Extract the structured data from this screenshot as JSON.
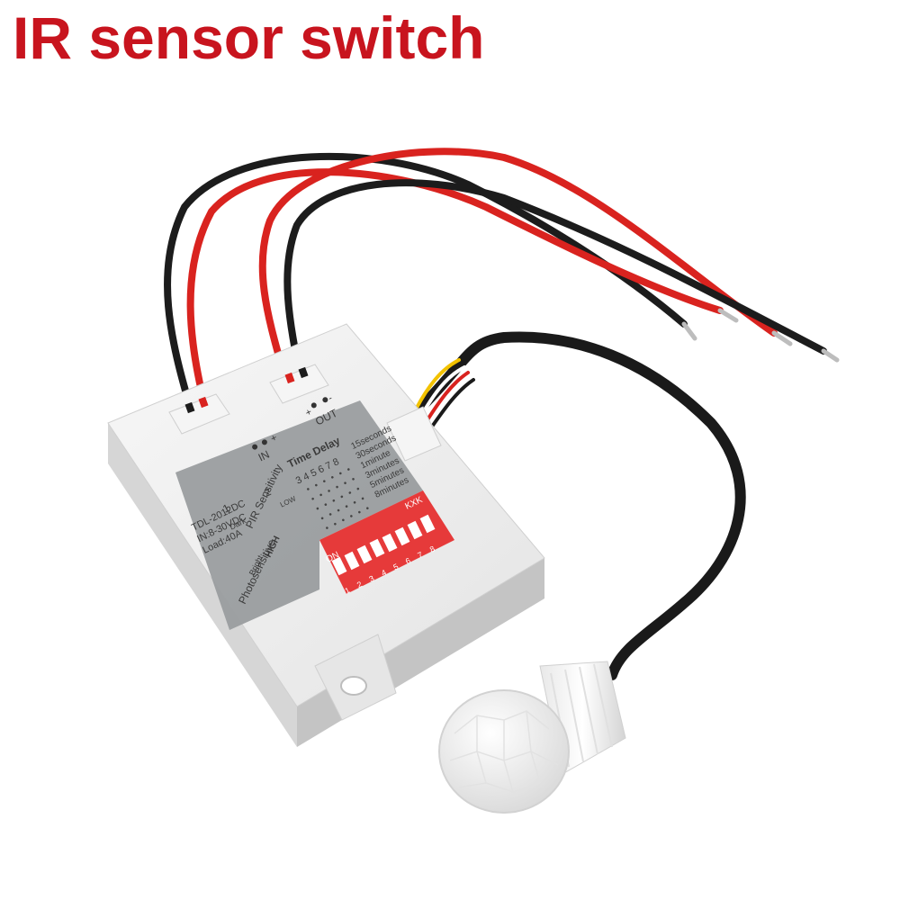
{
  "title": "IR sensor switch",
  "colors": {
    "title": "#c8141e",
    "housing": "#ececec",
    "label_panel": "#9a9d9f",
    "dip_switch": "#e63a3a",
    "wire_red": "#d9231f",
    "wire_black": "#1c1c1c",
    "sensor_lens": "#f3f3f3"
  },
  "label": {
    "model": "TDL-2012DC",
    "input": "IN:8-30VDC",
    "load": "Load:40A",
    "in_port": "IN",
    "out_port": "OUT",
    "plus": "+",
    "minus": "-",
    "time_delay": "Time Delay",
    "delay_switch_numbers": "3 4 5 6 7 8",
    "delay_options": [
      "15seconds",
      "30seconds",
      "1minute",
      "3minutes",
      "5minutes",
      "8minutes"
    ],
    "pir_switch_number": "2",
    "pir_sensitivity": "PIR Sensitivity",
    "low": "LOW",
    "high": "HIGH",
    "photo_switch_number": "1",
    "photosensitive": "Photosensitive",
    "dark": "Dark",
    "bright": "Bright"
  },
  "dip_switch": {
    "on_label": "ON",
    "brand": "KXK",
    "positions": [
      "1",
      "2",
      "3",
      "4",
      "5",
      "6",
      "7",
      "8"
    ]
  }
}
